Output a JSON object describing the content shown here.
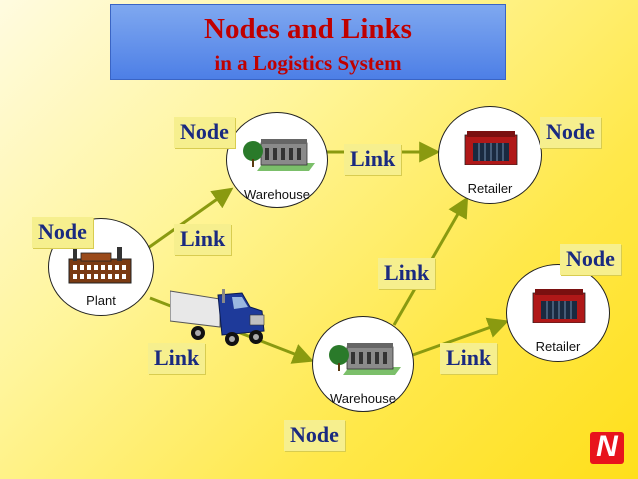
{
  "title": {
    "line1": "Nodes and Links",
    "line2": "in a Logistics System"
  },
  "tags": {
    "node": "Node",
    "link": "Link"
  },
  "nodes": {
    "plant": "Plant",
    "warehouse_top": "Warehouse",
    "warehouse_bottom": "Warehouse",
    "retailer_top": "Retailer",
    "retailer_bottom": "Retailer"
  },
  "icons": [
    "factory-icon",
    "warehouse-icon",
    "store-icon",
    "truck-icon",
    "logo-icon"
  ],
  "colors": {
    "arrow": "#8a9a10",
    "tag_text": "#1a2a80",
    "title_text": "#c00000",
    "title_bg": "#4d7fe6"
  },
  "logo": {
    "letter": "N"
  }
}
